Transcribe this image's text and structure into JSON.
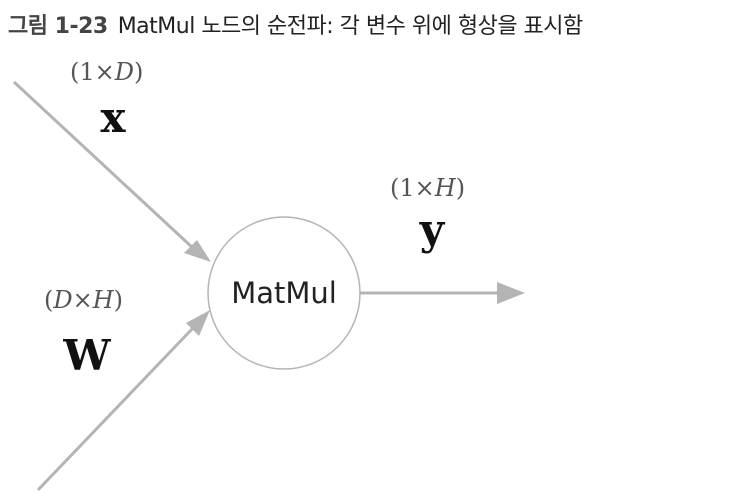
{
  "caption": {
    "figure_number": "그림 1-23",
    "text": "MatMul 노드의 순전파: 각 변수 위에 형상을 표시함"
  },
  "node": {
    "label": "MatMul"
  },
  "inputs": [
    {
      "variable": "x",
      "shape_open": "(1×",
      "shape_dim": "D",
      "shape_close": ")"
    },
    {
      "variable": "W",
      "shape_open": "(",
      "shape_dim": "D",
      "shape_mid": "×",
      "shape_dim2": "H",
      "shape_close": ")"
    }
  ],
  "output": {
    "variable": "y",
    "shape_open": "(1×",
    "shape_dim": "H",
    "shape_close": ")"
  },
  "colors": {
    "arrow": "#b4b4b4",
    "node_stroke": "#b4b4b4",
    "caption_text": "#222222",
    "shape_text": "#555555",
    "variable_text": "#111111"
  }
}
